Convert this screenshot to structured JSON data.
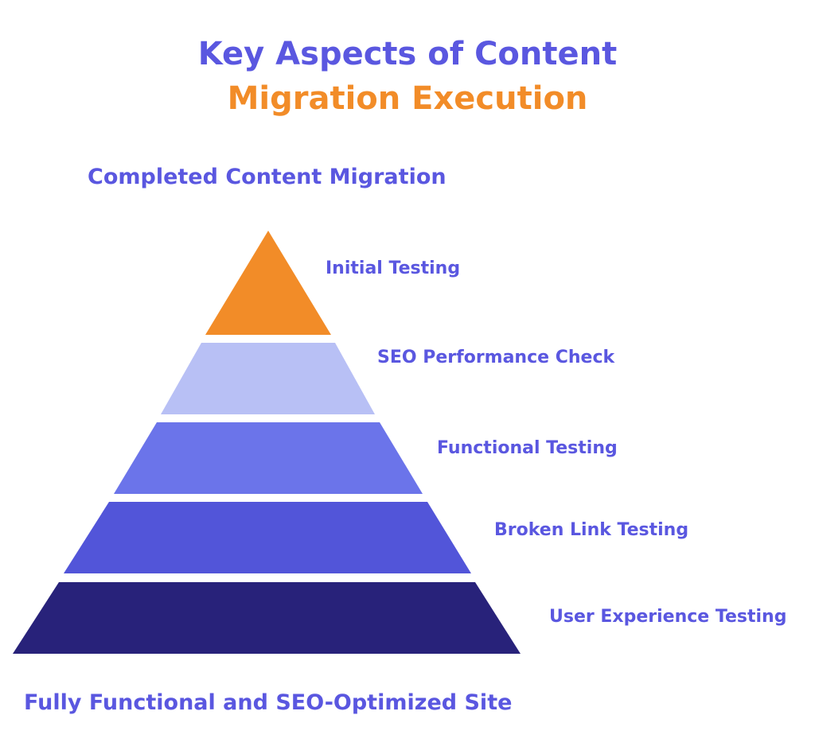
{
  "title": {
    "line1": "Key Aspects of Content",
    "line2": "Migration Execution"
  },
  "top_caption": "Completed Content Migration",
  "bottom_caption": "Fully Functional and SEO-Optimized Site",
  "levels": [
    {
      "label": "Initial Testing",
      "color": "#f28c28"
    },
    {
      "label": "SEO Performance Check",
      "color": "#b8c0f5"
    },
    {
      "label": "Functional Testing",
      "color": "#6b74ea"
    },
    {
      "label": "Broken Link Testing",
      "color": "#5255d9"
    },
    {
      "label": "User Experience Testing",
      "color": "#28227a"
    }
  ]
}
